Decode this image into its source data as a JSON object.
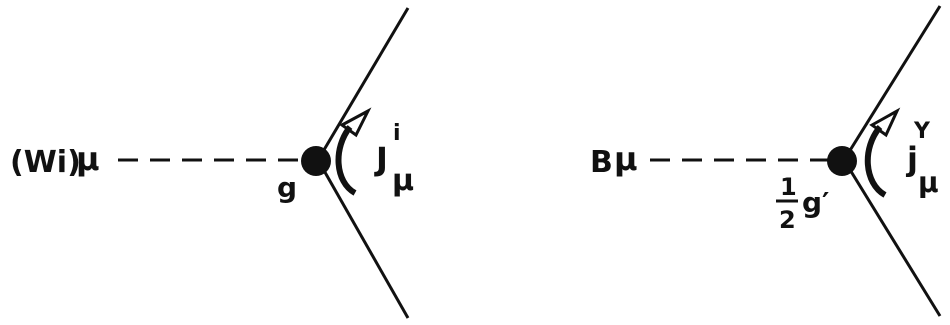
{
  "left_vertex": {
    "boson_label": "(Wi)",
    "boson_index": "μ",
    "coupling": "g",
    "current_symbol": "J",
    "current_superscript": "i",
    "current_subscript": "μ"
  },
  "right_vertex": {
    "boson_label": "B",
    "boson_index": "μ",
    "coupling_numerator": "1",
    "coupling_denominator": "2",
    "coupling": "g′",
    "current_symbol": "j",
    "current_superscript": "Y",
    "current_subscript": "μ"
  }
}
